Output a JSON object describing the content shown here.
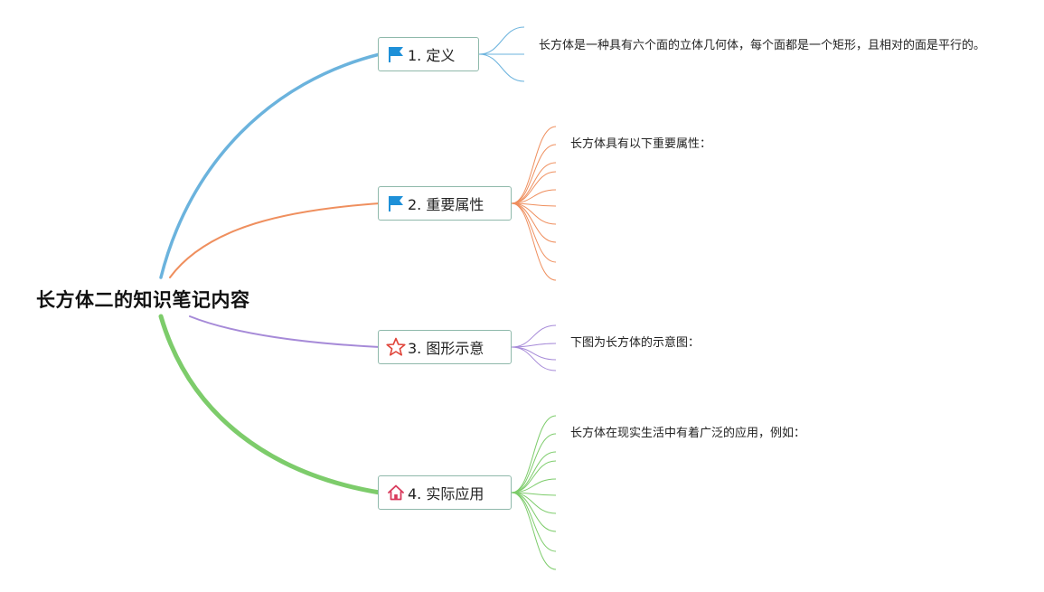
{
  "root": {
    "title": "长方体二的知识笔记内容"
  },
  "topics": [
    {
      "label": "1. 定义",
      "icon": "flag-icon",
      "color": "#6bb3dd",
      "note": "长方体是一种具有六个面的立体几何体，每个面都是一个矩形，且相对的面是平行的。"
    },
    {
      "label": "2. 重要属性",
      "icon": "flag-icon",
      "color": "#ef8f5e",
      "note": "长方体具有以下重要属性："
    },
    {
      "label": "3. 图形示意",
      "icon": "star-icon",
      "color": "#a68ad8",
      "note": "下图为长方体的示意图："
    },
    {
      "label": "4. 实际应用",
      "icon": "home-icon",
      "color": "#7dcc6b",
      "note": "长方体在现实生活中有着广泛的应用，例如："
    }
  ],
  "colors": {
    "topic_border": "#8fb9ab",
    "flag_icon": "#1e90d8",
    "star_icon": "#e0453a",
    "home_icon": "#d93a5c"
  }
}
